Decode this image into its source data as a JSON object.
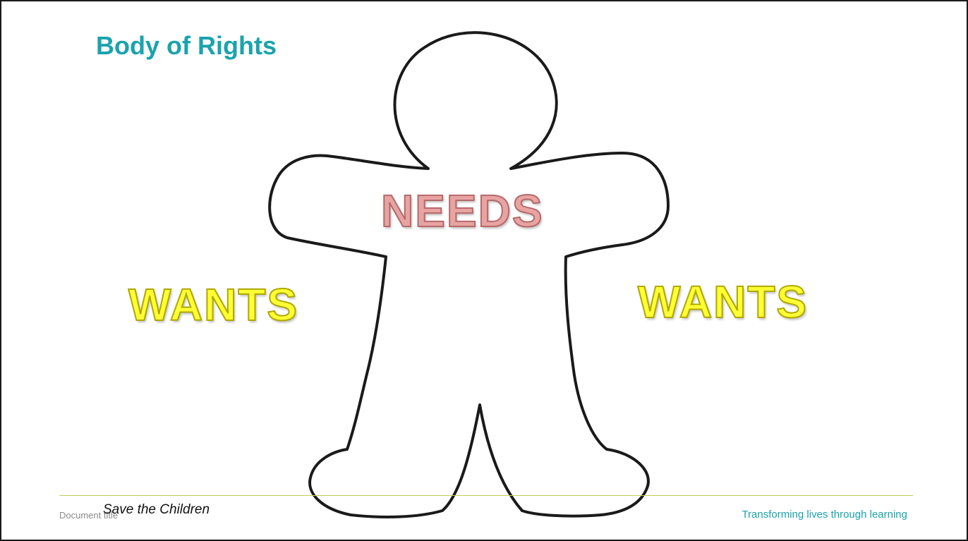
{
  "slide": {
    "title": "Body of Rights",
    "labels": {
      "center": "NEEDS",
      "left": "WANTS",
      "right": "WANTS"
    },
    "figure_icon": "gingerbread-person-outline-icon"
  },
  "footer": {
    "document_title": "Document title",
    "organization": "Save the Children",
    "tagline": "Transforming lives through learning"
  },
  "colors": {
    "title": "#1aa3ad",
    "needs_fill": "#e8a3a3",
    "wants_fill": "#ffff33",
    "footer_line": "#c4cf55",
    "tagline": "#1aa3ad"
  }
}
